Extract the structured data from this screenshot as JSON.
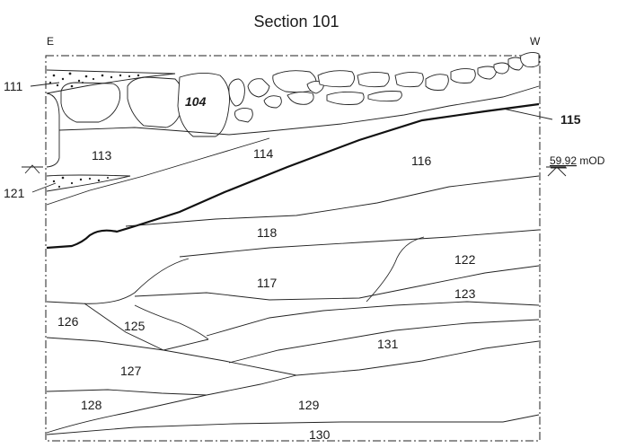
{
  "title": "Section 101",
  "orientation": {
    "left": "E",
    "right": "W"
  },
  "datum": {
    "value": "59.92",
    "unit": " mOD"
  },
  "layers": {
    "l104": "104",
    "l111": "111",
    "l113": "113",
    "l114": "114",
    "l115": "115",
    "l116": "116",
    "l117": "117",
    "l118": "118",
    "l121": "121",
    "l122": "122",
    "l123": "123",
    "l125": "125",
    "l126": "126",
    "l127": "127",
    "l128": "128",
    "l129": "129",
    "l130": "130",
    "l131": "131"
  }
}
